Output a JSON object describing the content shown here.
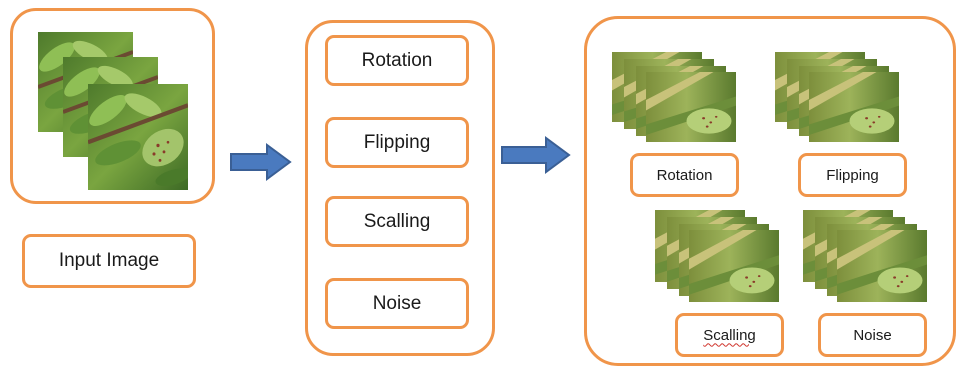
{
  "input": {
    "image_label": "Input Image"
  },
  "methods": {
    "items": [
      "Rotation",
      "Flipping",
      "Scalling",
      "Noise"
    ]
  },
  "outputs": {
    "items": [
      "Rotation",
      "Flipping",
      "Scalling",
      "Noise"
    ]
  },
  "colors": {
    "border": "#f0954a",
    "arrow_fill": "#4a7abf",
    "arrow_stroke": "#3a5f95"
  },
  "icons": [
    "leaf-image-stack",
    "right-arrow-icon"
  ]
}
